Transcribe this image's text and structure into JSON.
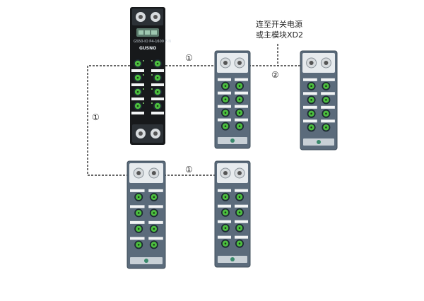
{
  "annotation": {
    "line1": "连至开关电源",
    "line2": "或主模块XD2"
  },
  "markers": {
    "link_1": "①",
    "link_2": "②"
  },
  "main_module": {
    "brand": "GUSNO",
    "model": "GS50-IO P4-1609 F-N"
  },
  "colors": {
    "main_body": "#17191b",
    "main_accent": "#2c3136",
    "sub_body": "#5b6b7b",
    "sub_edge": "#3f4d5a",
    "port_green": "#4cbf3f",
    "port_ring": "#1d2a33",
    "label_white": "#f2f4f5",
    "connector_metal": "#d8dcdf",
    "line": "#333333"
  }
}
